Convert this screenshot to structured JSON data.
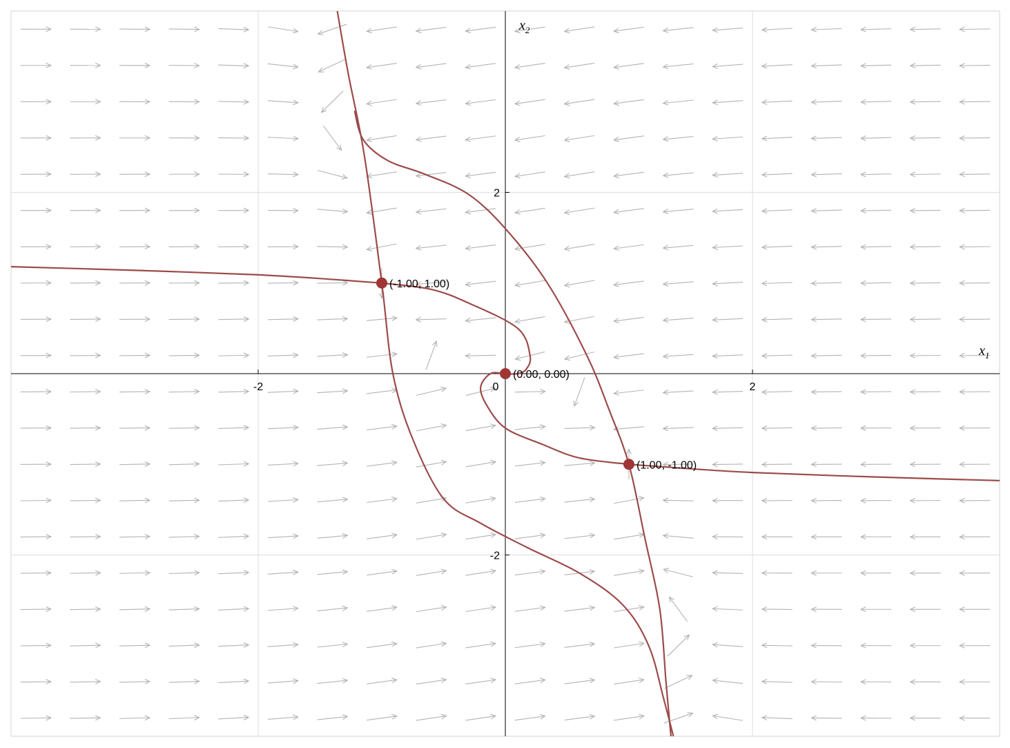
{
  "chart_data": {
    "type": "scatter",
    "subtype": "phase-portrait",
    "xlabel": "x",
    "xlabel_sub": "1",
    "ylabel": "x",
    "ylabel_sub": "2",
    "xlim": [
      -4,
      4
    ],
    "ylim": [
      -4,
      4
    ],
    "xticks": [
      {
        "value": -2,
        "label": "-2"
      },
      {
        "value": 0,
        "label": "0"
      },
      {
        "value": 2,
        "label": "2"
      }
    ],
    "yticks": [
      {
        "value": 2,
        "label": "2"
      },
      {
        "value": -2,
        "label": "-2"
      }
    ],
    "grid": true,
    "gridlines": [
      -2,
      2
    ],
    "vector_field": {
      "color": "#b3b3b3",
      "x_range": [
        -4,
        4
      ],
      "y_range": [
        -4,
        4
      ],
      "nx": 20,
      "ny": 20
    },
    "equilibria": [
      {
        "x": -1.0,
        "y": 1.0,
        "label": "(-1.00, 1.00)"
      },
      {
        "x": 0.0,
        "y": 0.0,
        "label": "(0.00, 0.00)"
      },
      {
        "x": 1.0,
        "y": -1.0,
        "label": "(1.00, -1.00)"
      }
    ],
    "point_color": "#a03535",
    "curve_color": "#9c4a4a",
    "trajectories": [
      {
        "name": "",
        "points": [
          [
            -4.0,
            1.18
          ],
          [
            -3.0,
            1.14
          ],
          [
            -2.0,
            1.09
          ],
          [
            -1.4,
            1.04
          ],
          [
            -1.0,
            1.0
          ]
        ]
      },
      {
        "name": "",
        "points": [
          [
            -1.0,
            1.0
          ],
          [
            -0.6,
            0.93
          ],
          [
            -0.3,
            0.78
          ],
          [
            0.1,
            0.5
          ],
          [
            0.2,
            0.2
          ],
          [
            0.17,
            0.05
          ],
          [
            0.1,
            0.0
          ],
          [
            0.0,
            0.0
          ]
        ]
      },
      {
        "name": "",
        "points": [
          [
            4.0,
            -1.18
          ],
          [
            3.0,
            -1.14
          ],
          [
            2.0,
            -1.09
          ],
          [
            1.4,
            -1.04
          ],
          [
            1.0,
            -1.0
          ]
        ]
      },
      {
        "name": "",
        "points": [
          [
            1.0,
            -1.0
          ],
          [
            0.6,
            -0.93
          ],
          [
            0.3,
            -0.78
          ],
          [
            0.0,
            -0.6
          ],
          [
            -0.15,
            -0.35
          ],
          [
            -0.2,
            -0.15
          ],
          [
            -0.12,
            0.0
          ],
          [
            0.0,
            0.0
          ]
        ]
      },
      {
        "name": "",
        "points": [
          [
            -1.36,
            4.0
          ],
          [
            -1.27,
            3.3
          ],
          [
            -1.14,
            2.4
          ],
          [
            -1.0,
            1.0
          ],
          [
            -0.91,
            0.0
          ],
          [
            -0.75,
            -0.72
          ],
          [
            -0.5,
            -1.38
          ],
          [
            -0.2,
            -1.65
          ],
          [
            0.18,
            -1.92
          ],
          [
            0.6,
            -2.2
          ],
          [
            0.95,
            -2.55
          ],
          [
            1.16,
            -3.0
          ],
          [
            1.28,
            -3.58
          ],
          [
            1.36,
            -4.0
          ]
        ]
      },
      {
        "name": "",
        "points": [
          [
            -1.22,
            2.9
          ],
          [
            -1.15,
            2.58
          ],
          [
            -0.95,
            2.35
          ],
          [
            -0.65,
            2.2
          ],
          [
            -0.3,
            1.98
          ],
          [
            0.0,
            1.6
          ],
          [
            0.34,
            1.0
          ],
          [
            0.66,
            0.2
          ],
          [
            0.84,
            -0.4
          ],
          [
            1.0,
            -1.0
          ],
          [
            1.13,
            -1.82
          ],
          [
            1.25,
            -2.6
          ],
          [
            1.3,
            -3.4
          ],
          [
            1.34,
            -4.0
          ]
        ]
      }
    ]
  }
}
